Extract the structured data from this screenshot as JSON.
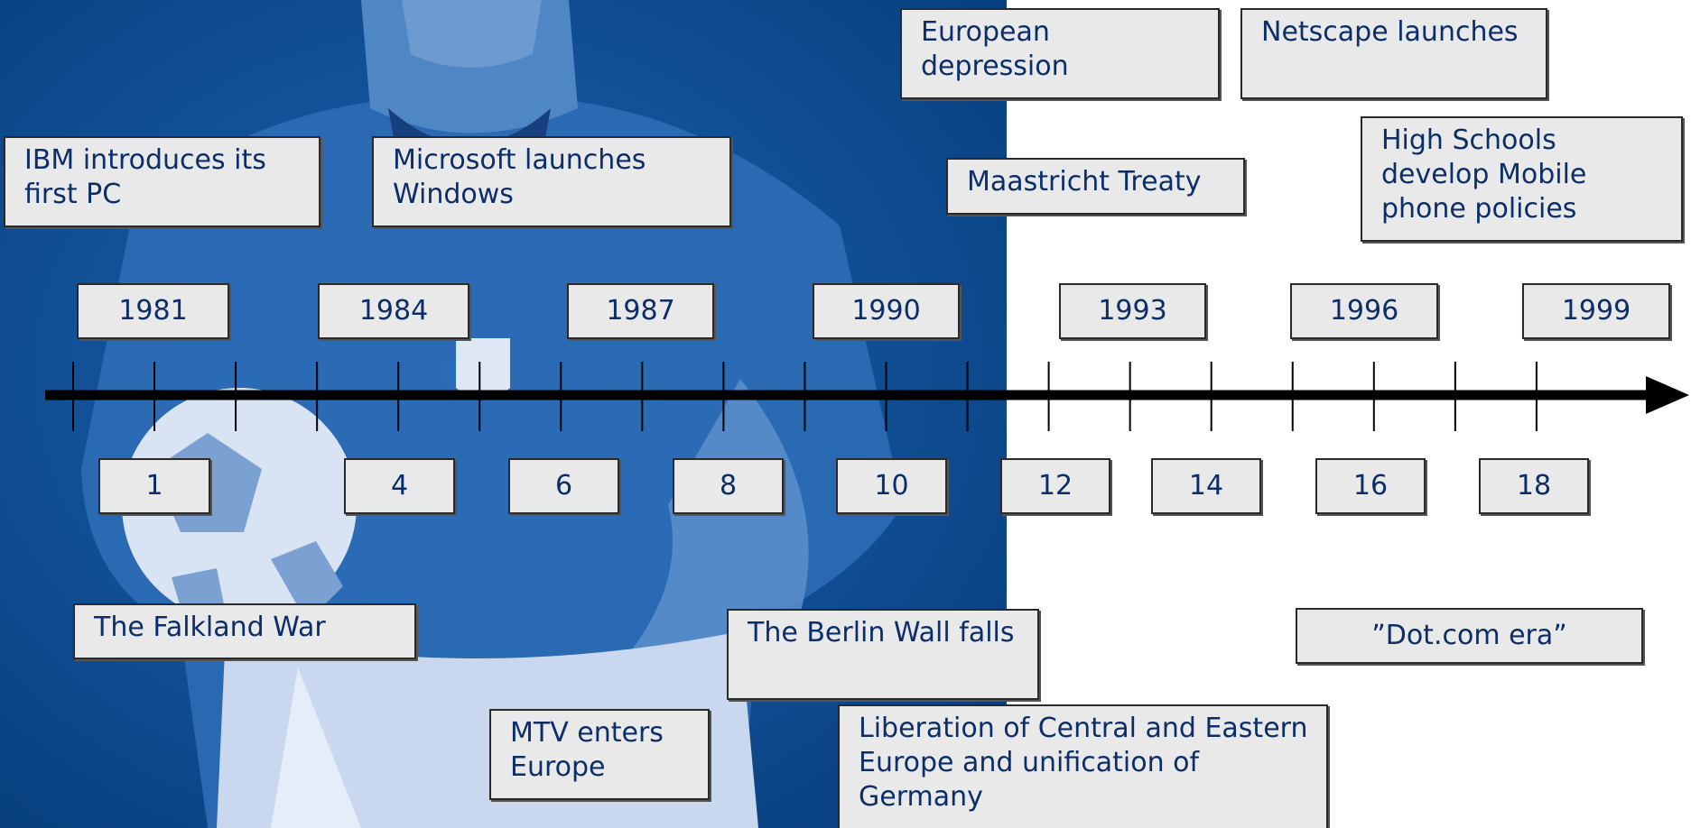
{
  "colors": {
    "photo_blue": "#0a4a94",
    "box_fill": "#e9e9e9",
    "text": "#0b2e6b",
    "axis": "#000000"
  },
  "timeline": {
    "years": [
      "1981",
      "1984",
      "1987",
      "1990",
      "1993",
      "1996",
      "1999"
    ],
    "ages": [
      "1",
      "4",
      "6",
      "8",
      "10",
      "12",
      "14",
      "16",
      "18"
    ],
    "tick_count": 19
  },
  "events": {
    "ibm": "IBM introduces its first PC",
    "microsoft": "Microsoft launches Windows",
    "european_depression": "European depression",
    "netscape": "Netscape launches",
    "maastricht": "Maastricht Treaty",
    "high_schools": "High Schools develop Mobile phone policies",
    "falkland": "The Falkland War",
    "berlin_wall": "The Berlin Wall falls",
    "mtv": "MTV enters Europe",
    "liberation": "Liberation of Central and Eastern Europe and unification of Germany",
    "dotcom": "”Dot.com era”"
  }
}
